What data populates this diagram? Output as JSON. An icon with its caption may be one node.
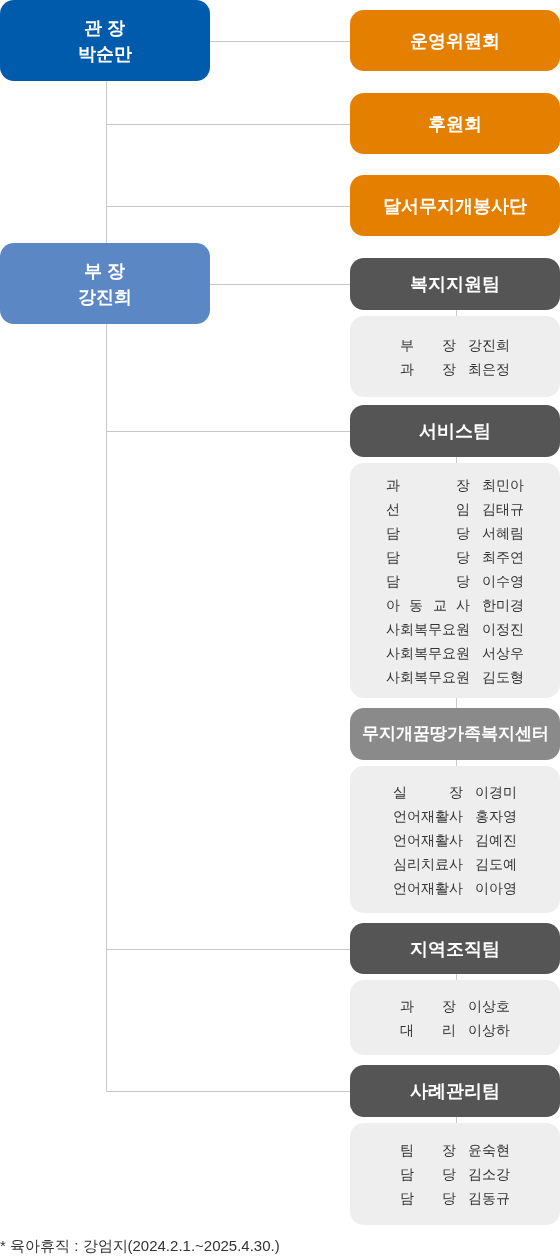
{
  "diagram": {
    "nodes": [
      {
        "text": [
          "관 장",
          "박순만"
        ]
      },
      {
        "text": [
          "운영위원회"
        ]
      },
      {
        "text": [
          "후원회"
        ]
      },
      {
        "text": [
          "달서무지개봉사단"
        ]
      },
      {
        "text": [
          "부 장",
          "강진희"
        ]
      },
      {
        "text": [
          "복지지원팀"
        ]
      },
      {
        "text": [
          "부 장",
          "강진희",
          "과 장",
          "최은정"
        ]
      },
      {
        "text": [
          "서비스팀"
        ]
      },
      {
        "text": [
          "과 장",
          "최민아",
          "선 임",
          "김태규",
          "담 당",
          "서혜림",
          "담 당",
          "최주연",
          "담 당",
          "이수영",
          "아 동 교 사",
          "한미경",
          "사회복무요원",
          "이정진",
          "사회복무요원",
          "서상우",
          "사회복무요원",
          "김도형"
        ]
      },
      {
        "text": [
          "무지개꿈땅가족복지센터"
        ]
      },
      {
        "text": [
          "실 장",
          "이경미",
          "언어재활사",
          "홍자영",
          "언어재활사",
          "김예진",
          "심리치료사",
          "김도예",
          "언어재활사",
          "이아영"
        ]
      },
      {
        "text": [
          "지역조직팀"
        ]
      },
      {
        "text": [
          "과 장",
          "이상호",
          "대 리",
          "이상하"
        ]
      },
      {
        "text": [
          "사례관리팀"
        ]
      },
      {
        "text": [
          "팀 장",
          "윤숙현",
          "담 당",
          "김소강",
          "담 당",
          "김동규"
        ]
      }
    ],
    "edges": [
      {
        "from": 0,
        "to": 1,
        "arrow": "none"
      },
      {
        "from": 0,
        "to": 2,
        "arrow": "none"
      },
      {
        "from": 0,
        "to": 3,
        "arrow": "none"
      },
      {
        "from": 0,
        "to": 4,
        "arrow": "none"
      },
      {
        "from": 4,
        "to": 5,
        "arrow": "none"
      },
      {
        "from": 5,
        "to": 6,
        "arrow": "none"
      },
      {
        "from": 4,
        "to": 7,
        "arrow": "none"
      },
      {
        "from": 7,
        "to": 8,
        "arrow": "none"
      },
      {
        "from": 8,
        "to": 9,
        "arrow": "none"
      },
      {
        "from": 9,
        "to": 10,
        "arrow": "none"
      },
      {
        "from": 4,
        "to": 11,
        "arrow": "none"
      },
      {
        "from": 11,
        "to": 12,
        "arrow": "none"
      },
      {
        "from": 4,
        "to": 13,
        "arrow": "none"
      },
      {
        "from": 13,
        "to": 14,
        "arrow": "none"
      }
    ],
    "labels": [
      "* 육아휴직 : 강엄지(2024.2.1.~2025.4.30.)"
    ]
  }
}
